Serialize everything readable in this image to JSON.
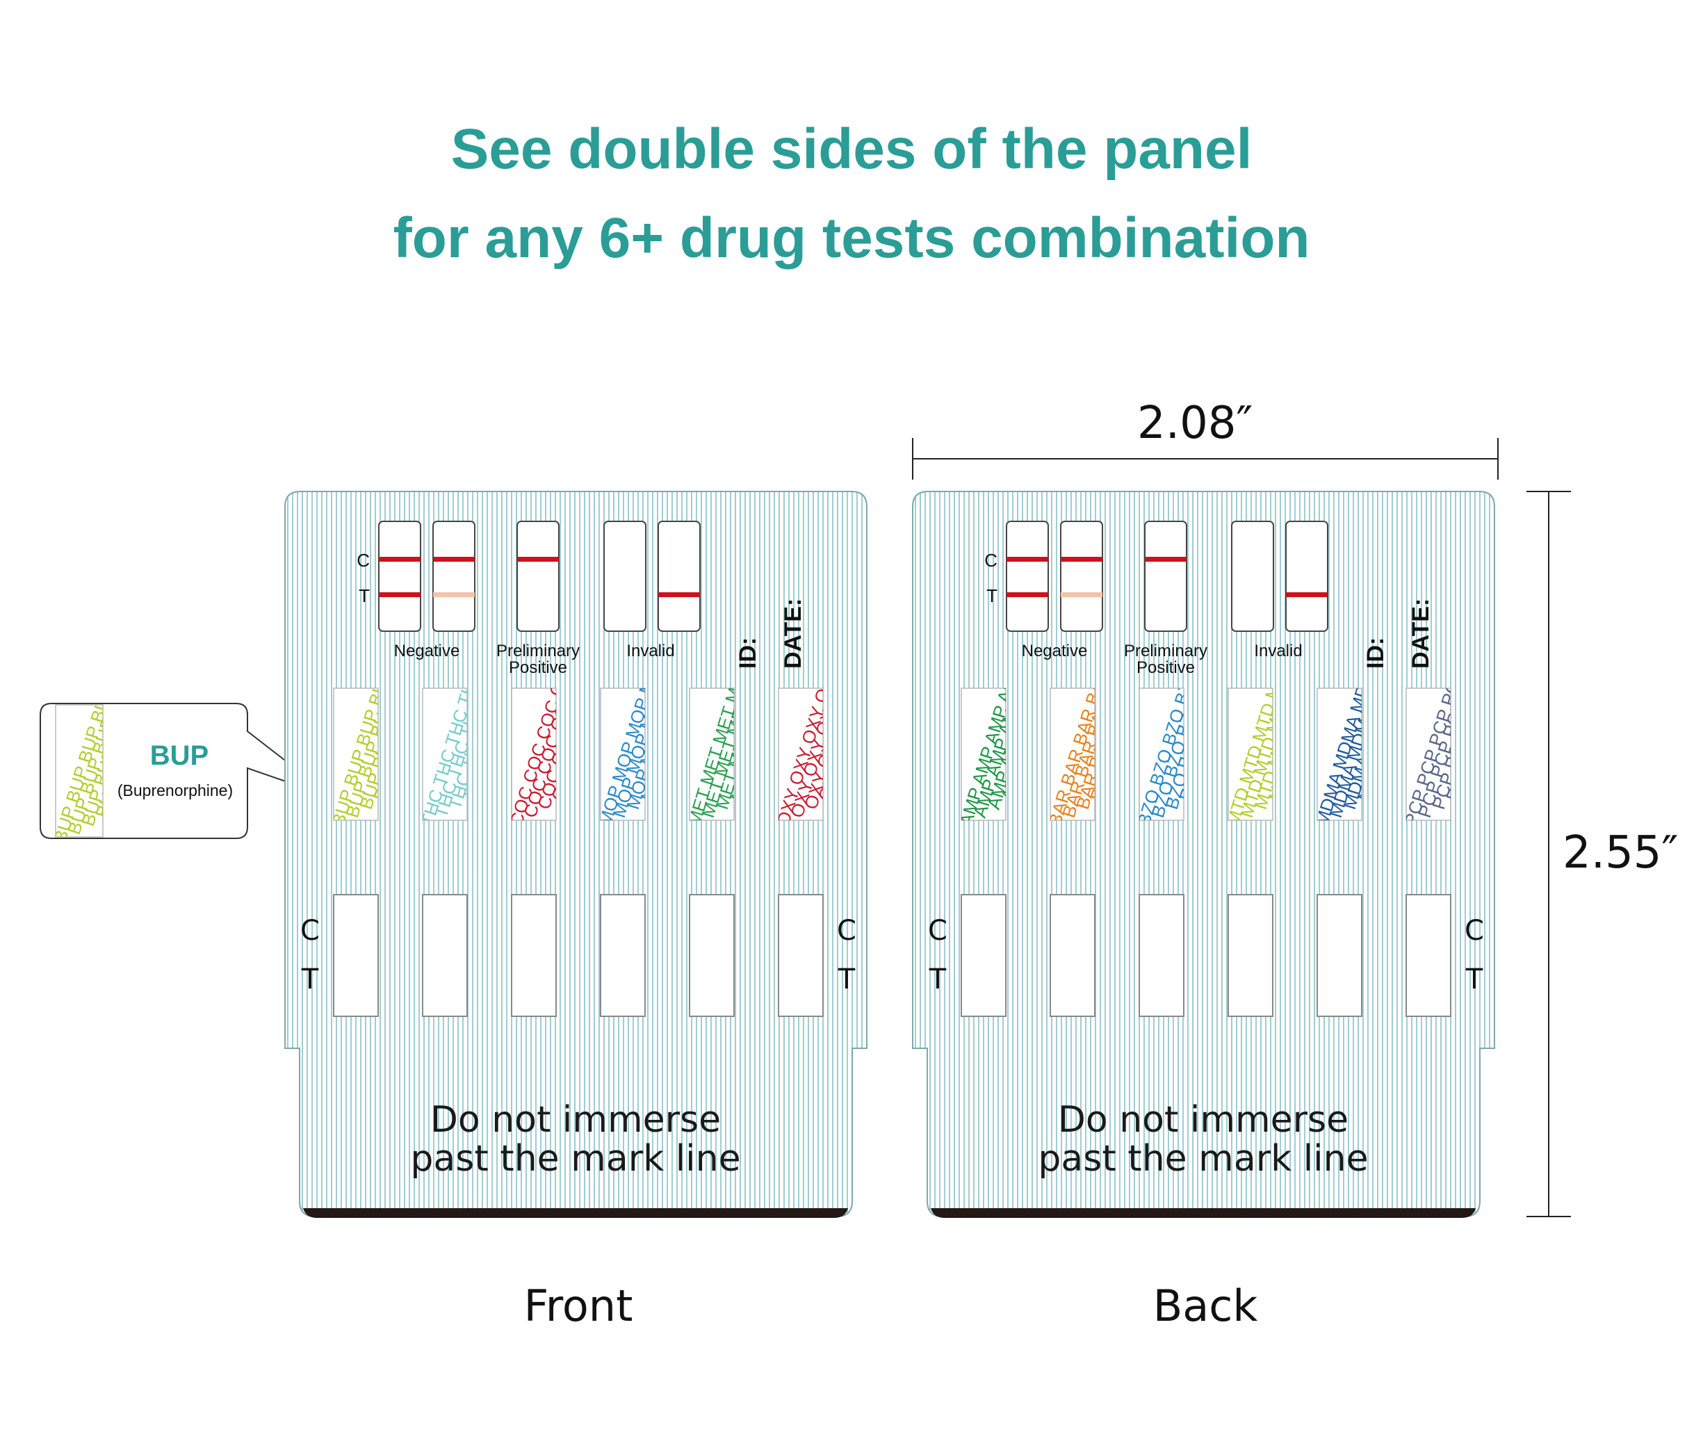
{
  "headline": {
    "line1": "See double sides of the panel",
    "line2": "for any 6+ drug tests combination",
    "color": "#2a9d96"
  },
  "dimensions": {
    "width": "2.08″",
    "height": "2.55″"
  },
  "panels": [
    {
      "id": "front",
      "caption": "Front",
      "drugs": [
        {
          "code": "BUP",
          "color": "#b5cc2e"
        },
        {
          "code": "THC",
          "color": "#78cccc"
        },
        {
          "code": "COC",
          "color": "#c81e32"
        },
        {
          "code": "MOP",
          "color": "#2a8ac8"
        },
        {
          "code": "MET",
          "color": "#2aa050"
        },
        {
          "code": "OXY",
          "color": "#c81e32"
        }
      ]
    },
    {
      "id": "back",
      "caption": "Back",
      "drugs": [
        {
          "code": "AMP",
          "color": "#1e9646"
        },
        {
          "code": "BAR",
          "color": "#e8821e"
        },
        {
          "code": "BZO",
          "color": "#2a8ac8"
        },
        {
          "code": "MTD",
          "color": "#b5cc2e"
        },
        {
          "code": "MDMA",
          "color": "#1e5a9c"
        },
        {
          "code": "PCP",
          "color": "#5a6488"
        }
      ]
    }
  ],
  "legend": {
    "c": "C",
    "t": "T",
    "negative": "Negative",
    "preliminary_1": "Preliminary",
    "preliminary_2": "Positive",
    "invalid": "Invalid"
  },
  "fields": {
    "id": "ID:",
    "date": "DATE:"
  },
  "window_labels": {
    "c": "C",
    "t": "T"
  },
  "warning": {
    "line1": "Do not immerse",
    "line2": "past the mark line"
  },
  "callout": {
    "code": "BUP",
    "name": "(Buprenorphine)",
    "color": "#b5cc2e",
    "title_color": "#2a9d96"
  },
  "colors": {
    "panel_line": "#8fc7cc",
    "panel_bg": "#ffffff",
    "red_line": "#d0101c",
    "faint_line": "#f2c4a8"
  }
}
